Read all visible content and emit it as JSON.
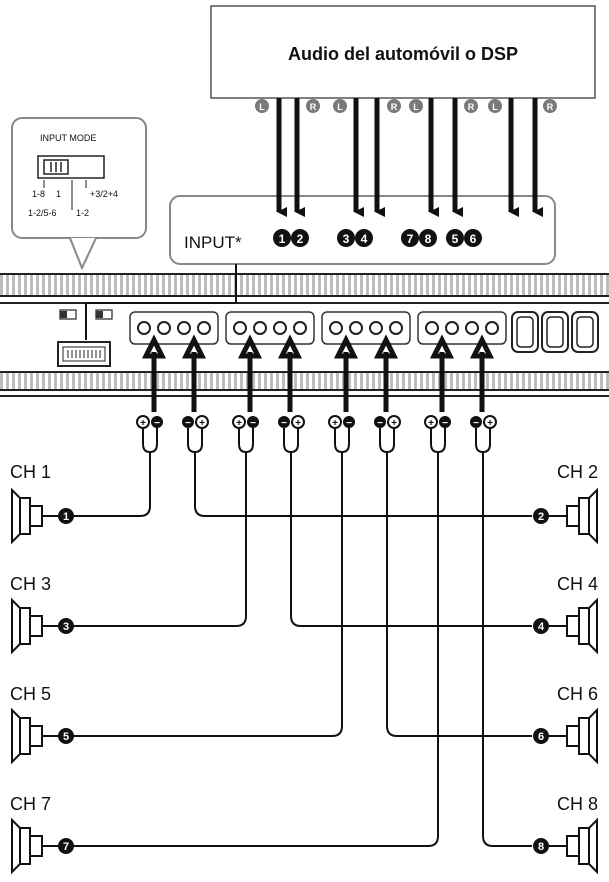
{
  "source_box": {
    "title": "Audio del automóvil o DSP"
  },
  "input_panel": {
    "label": "INPUT*"
  },
  "input_mode": {
    "title": "INPUT MODE",
    "pos_1": "1-8",
    "pos_2": "1",
    "pos_3": "+3/2+4",
    "pos_4": "1-2/5-6",
    "pos_5": "1-2"
  },
  "lr": {
    "left": "L",
    "right": "R"
  },
  "input_numbers": [
    "1",
    "2",
    "3",
    "4",
    "7",
    "8",
    "5",
    "6"
  ],
  "polarity": {
    "plus": "+",
    "minus": "−"
  },
  "channels": [
    "CH 1",
    "CH 2",
    "CH 3",
    "CH 4",
    "CH 5",
    "CH 6",
    "CH 7",
    "CH 8"
  ],
  "channel_numbers": [
    "1",
    "2",
    "3",
    "4",
    "5",
    "6",
    "7",
    "8"
  ],
  "colors": {
    "ink": "#111111",
    "panel_grey": "#dddddd",
    "badge_grey": "#7a7a7a"
  }
}
